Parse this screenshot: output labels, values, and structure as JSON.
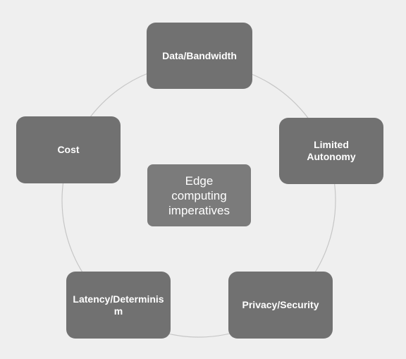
{
  "diagram": {
    "center": "Edge computing imperatives",
    "nodes": [
      {
        "id": "data-bandwidth",
        "label": "Data/Bandwidth"
      },
      {
        "id": "limited-autonomy",
        "label": "Limited Autonomy"
      },
      {
        "id": "privacy-security",
        "label": "Privacy/Security"
      },
      {
        "id": "latency-determinism",
        "label": "Latency/Determinism"
      },
      {
        "id": "cost",
        "label": "Cost"
      }
    ],
    "colors": {
      "background": "#efefef",
      "box": "#717171",
      "center_box": "#7b7b7b",
      "ring": "#c6c6c6",
      "text": "#ffffff"
    }
  }
}
